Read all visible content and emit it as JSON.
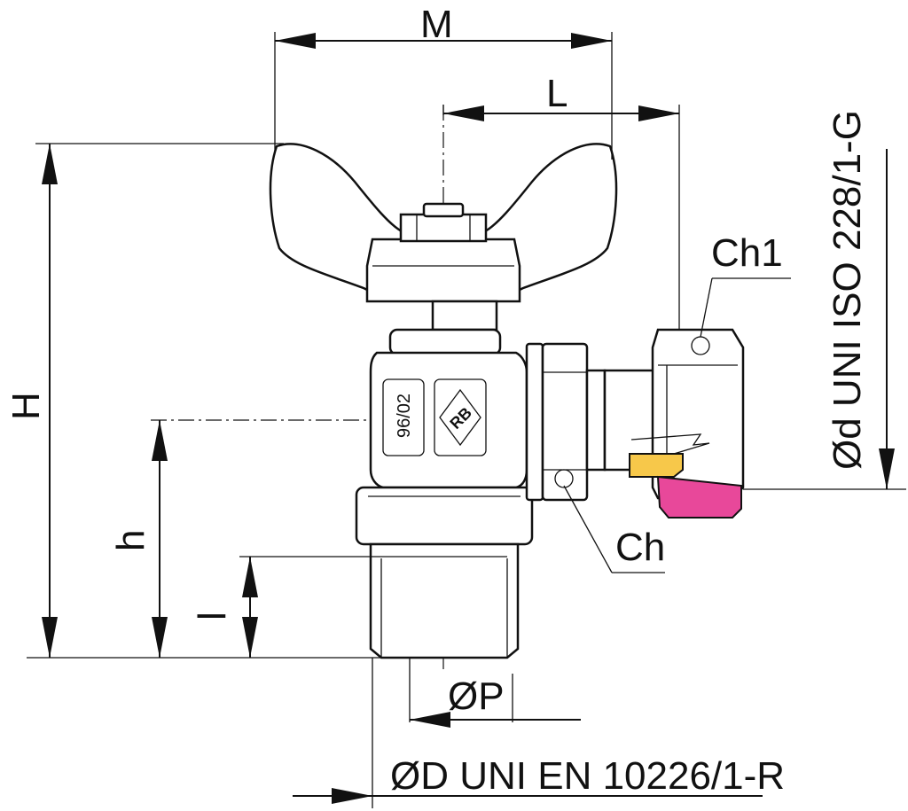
{
  "dimensions": {
    "M": "M",
    "L": "L",
    "H": "H",
    "h": "h",
    "l": "l",
    "P": "ØP"
  },
  "callouts": {
    "ch1": "Ch1",
    "ch": "Ch",
    "thread_d": "Ød UNI ISO 228/1-G",
    "thread_D": "ØD UNI EN 10226/1-R"
  },
  "markings": {
    "date_code": "96/02",
    "logo": "RB"
  },
  "colors": {
    "gasket_yellow": "#F7C84A",
    "gasket_magenta": "#E8489A",
    "line": "#111111"
  }
}
